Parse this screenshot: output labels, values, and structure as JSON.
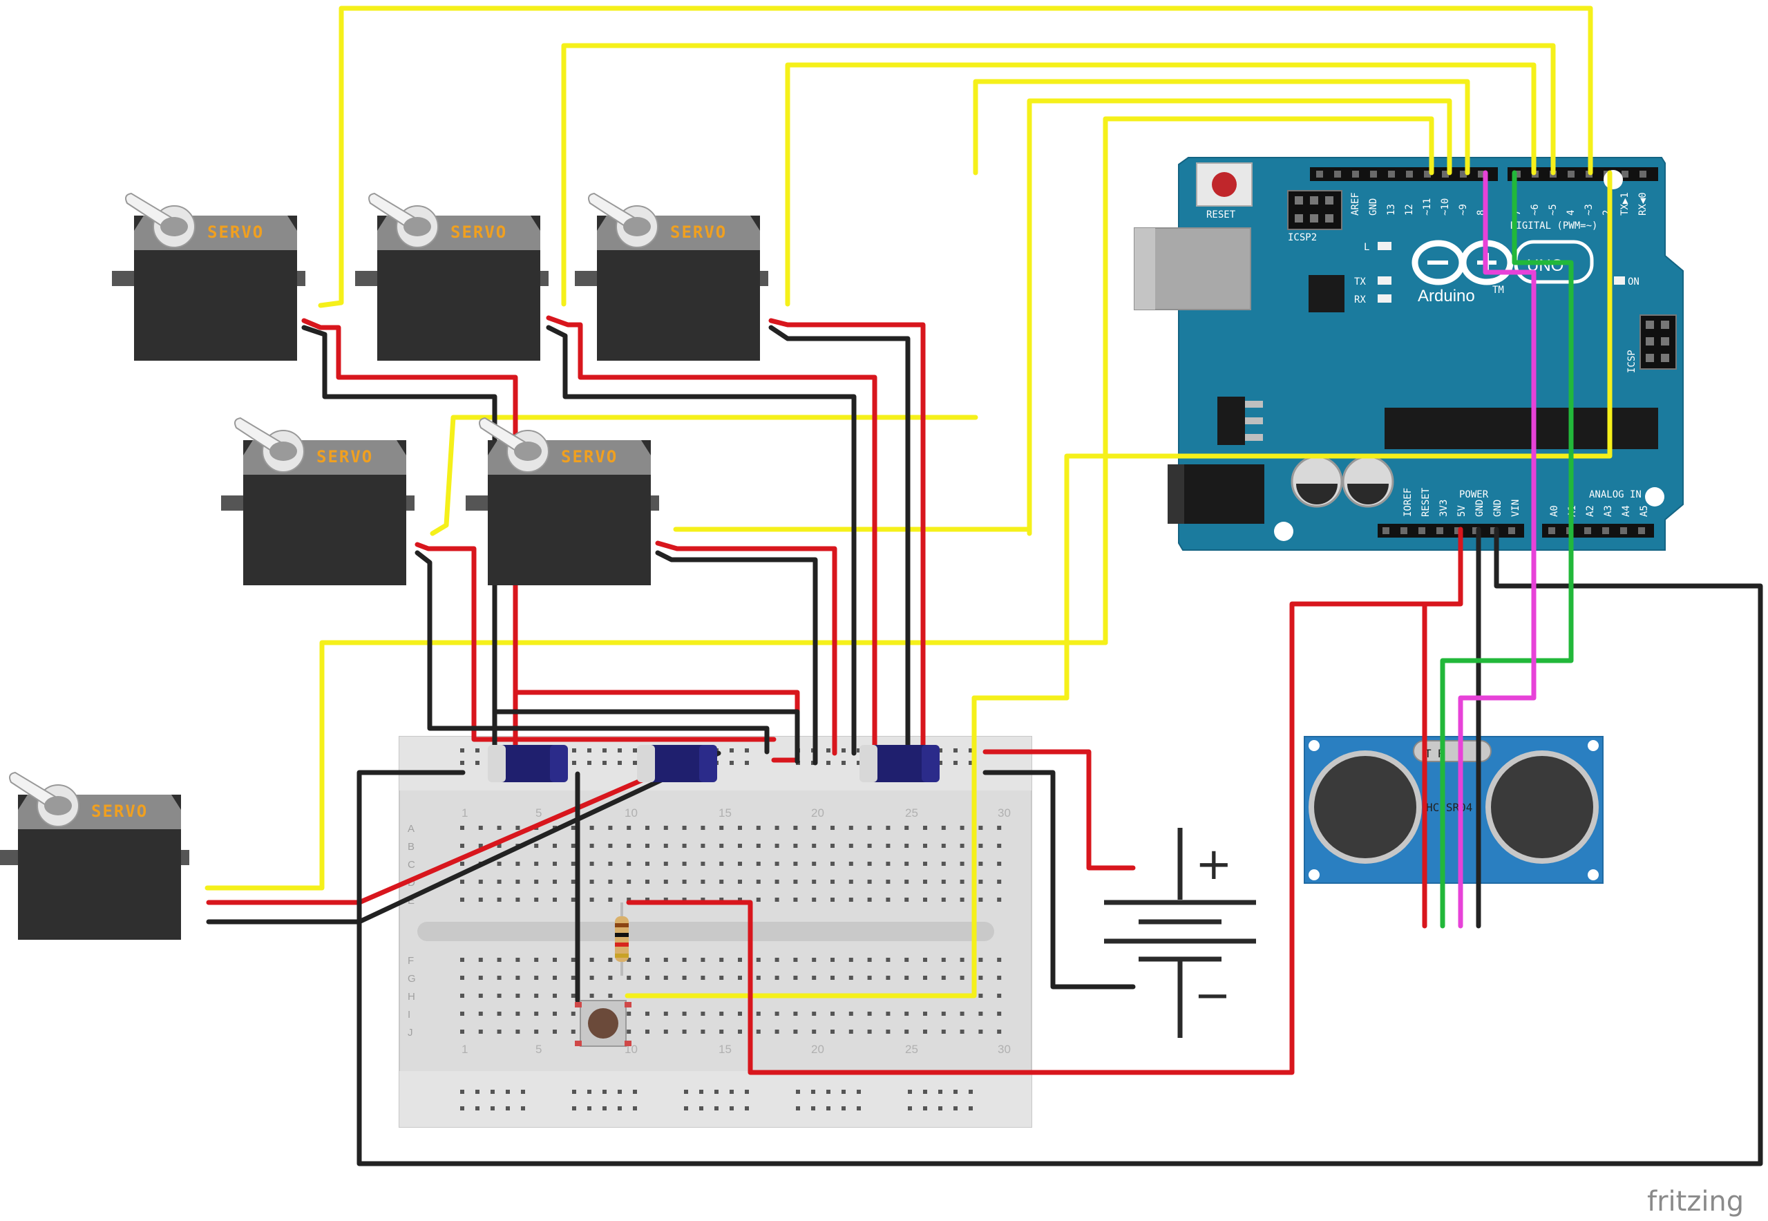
{
  "servos": [
    {
      "label": "SERVO"
    },
    {
      "label": "SERVO"
    },
    {
      "label": "SERVO"
    },
    {
      "label": "SERVO"
    },
    {
      "label": "SERVO"
    },
    {
      "label": "SERVO"
    }
  ],
  "arduino": {
    "brand": "Arduino",
    "model": "UNO",
    "trademark": "TM",
    "reset_label": "RESET",
    "icsp2_label": "ICSP2",
    "icsp_label": "ICSP",
    "l_label": "L",
    "tx_label": "TX",
    "rx_label": "RX",
    "on_label": "ON",
    "digital_label": "DIGITAL (PWM=~)",
    "power_label": "POWER",
    "analog_label": "ANALOG IN",
    "top_pins": [
      "AREF",
      "GND",
      "13",
      "12",
      "~11",
      "~10",
      "~9",
      "8",
      "7",
      "~6",
      "~5",
      "4",
      "~3",
      "2",
      "TX▶1",
      "RX◀0"
    ],
    "power_pins": [
      "IOREF",
      "RESET",
      "3V3",
      "5V",
      "GND",
      "GND",
      "VIN"
    ],
    "analog_pins": [
      "A0",
      "A1",
      "A2",
      "A3",
      "A4",
      "A5"
    ]
  },
  "breadboard": {
    "column_numbers": [
      "1",
      "5",
      "10",
      "15",
      "20",
      "25",
      "30"
    ],
    "row_letters_top": [
      "A",
      "B",
      "C",
      "D",
      "E"
    ],
    "row_letters_bottom": [
      "F",
      "G",
      "H",
      "I",
      "J"
    ]
  },
  "sensor": {
    "label_top": "T  R",
    "label_mid": "HC-SR04"
  },
  "battery": {
    "plus": "+",
    "minus": "−"
  },
  "watermark": "fritzing",
  "colors": {
    "signal": "#f5f01a",
    "power": "#d8161d",
    "ground": "#222222",
    "green": "#22b83a",
    "magenta": "#e742d8",
    "arduino_board": "#1b7b9e",
    "sensor_board": "#2a7fc1",
    "servo_body": "#2f2f2f",
    "servo_top": "#8a8a8a"
  }
}
